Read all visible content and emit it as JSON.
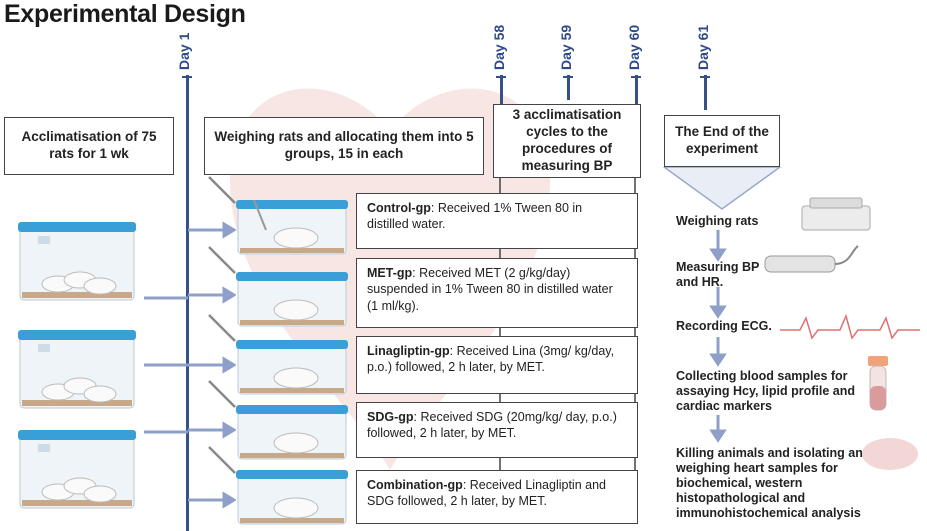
{
  "title": "Experimental Design",
  "days": {
    "d1": "Day 1",
    "d58": "Day 58",
    "d59": "Day 59",
    "d60": "Day 60",
    "d61": "Day 61"
  },
  "phases": {
    "acclimatisation": "Acclimatisation of 75 rats for 1 wk",
    "weighing": "Weighing rats and allocating them into 5 groups, 15 in each",
    "cycles": "3 acclimatisation cycles to the procedures of measuring BP",
    "end": "The End of the experiment"
  },
  "groups": [
    {
      "name": "Control-gp",
      "text": ": Received 1% Tween 80 in distilled water."
    },
    {
      "name": "MET-gp",
      "text": ": Received MET (2 g/kg/day) suspended in 1% Tween 80 in distilled water (1 ml/kg)."
    },
    {
      "name": "Linagliptin-gp",
      "text": ": Received Lina (3mg/ kg/day, p.o.) followed, 2 h later, by MET."
    },
    {
      "name": "SDG-gp",
      "text": ": Received SDG (20mg/kg/ day, p.o.) followed, 2 h later, by MET."
    },
    {
      "name": "Combination-gp",
      "text": ": Received Linagliptin and SDG followed, 2 h later, by MET."
    }
  ],
  "endpoints": [
    "Weighing rats",
    "Measuring BP and HR.",
    "Recording ECG.",
    "Collecting blood samples for assaying Hcy, lipid profile and cardiac markers",
    "Killing animals and isolating and weighing heart samples for biochemical, western histopathological and immunohistochemical analysis"
  ],
  "colors": {
    "timeline": "#36508a",
    "arrow": "#8ea0c8",
    "cage_lid": "#3a9fd6",
    "border": "#444444"
  }
}
